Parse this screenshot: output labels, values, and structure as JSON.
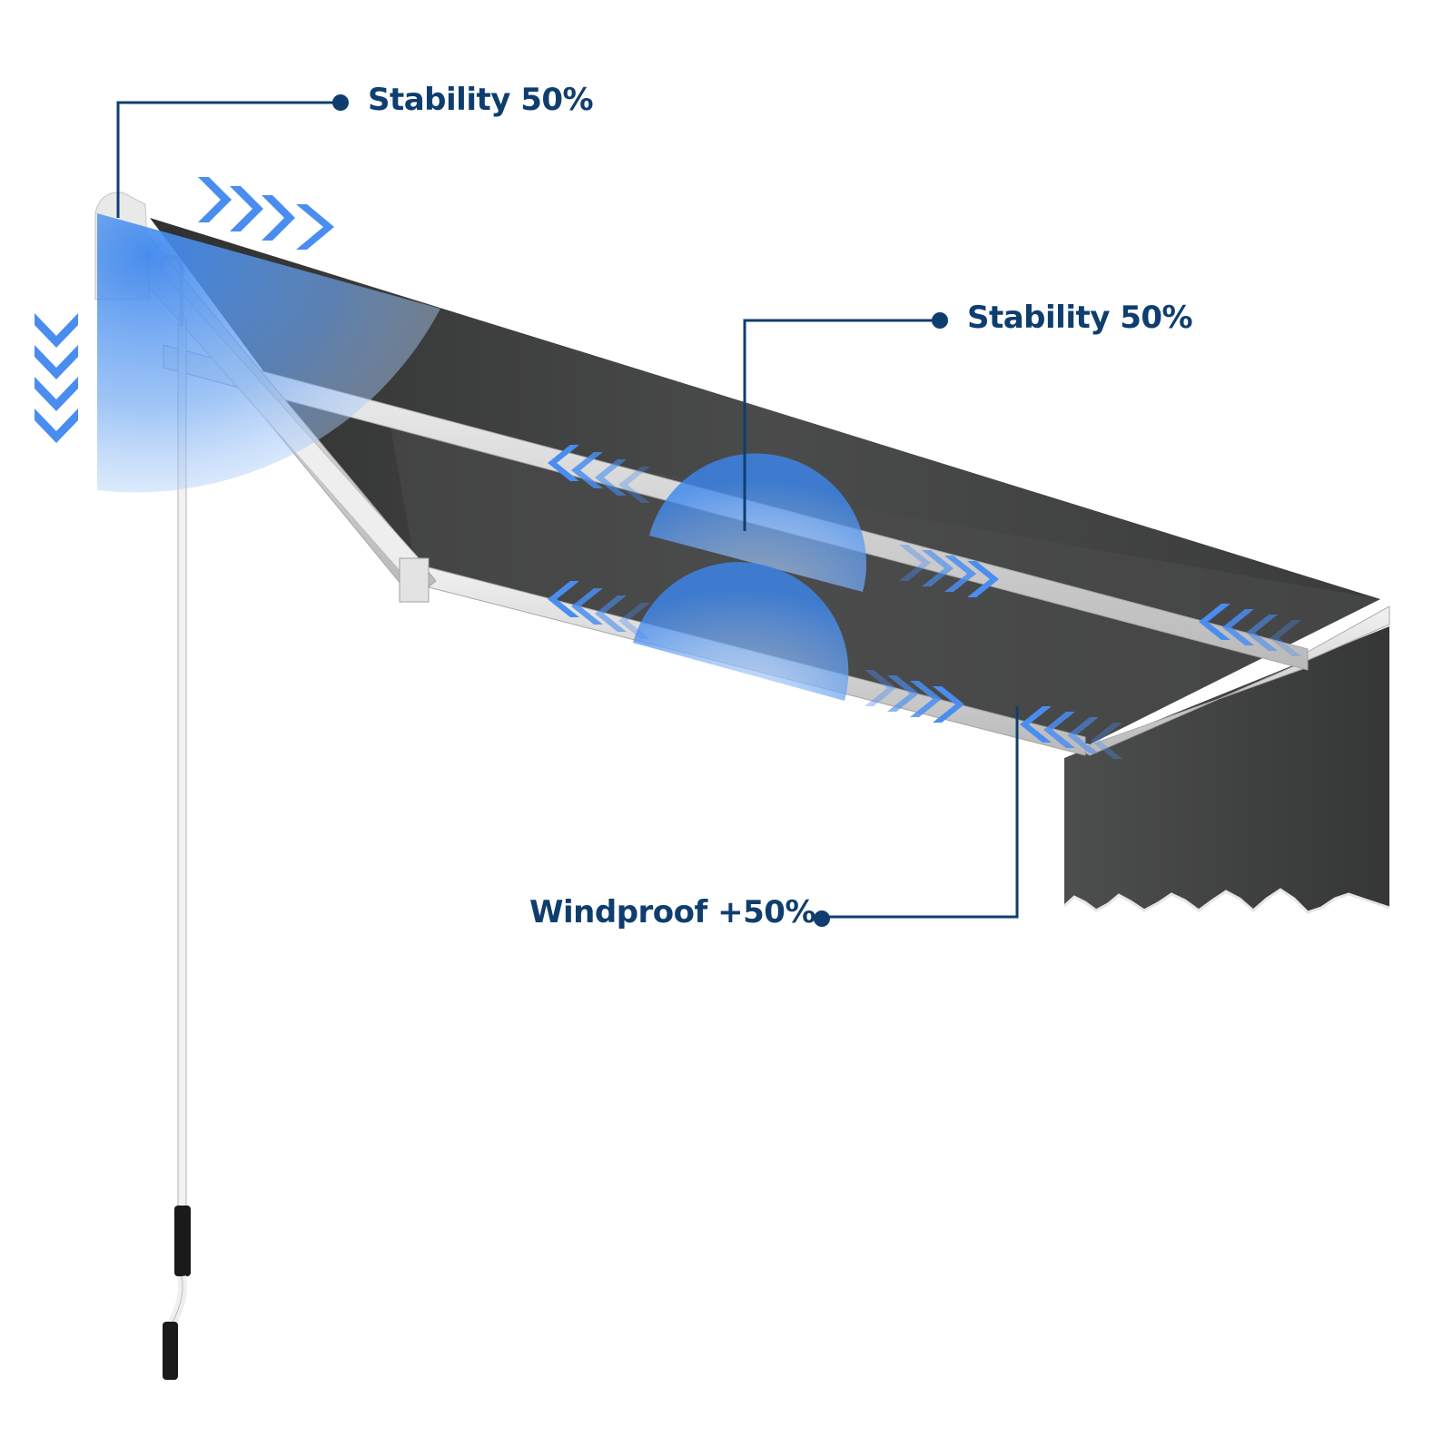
{
  "callouts": [
    {
      "label": "Stability 50%"
    },
    {
      "label": "Stability 50%"
    },
    {
      "label": "Windproof +50%"
    }
  ],
  "colors": {
    "label": "#0f3e6e",
    "leader_line": "#0f3e6e",
    "fabric_dark": "#3c3d3d",
    "fabric_light": "#5f605f",
    "frame_metal": "#dcdcdc",
    "highlight_blue": "#3d8bf0",
    "arrow_blue": "#4a90ec",
    "handle_black": "#1a1a1a"
  },
  "icons": [
    "chevron-right-icon",
    "chevron-left-icon",
    "chevron-down-icon"
  ]
}
